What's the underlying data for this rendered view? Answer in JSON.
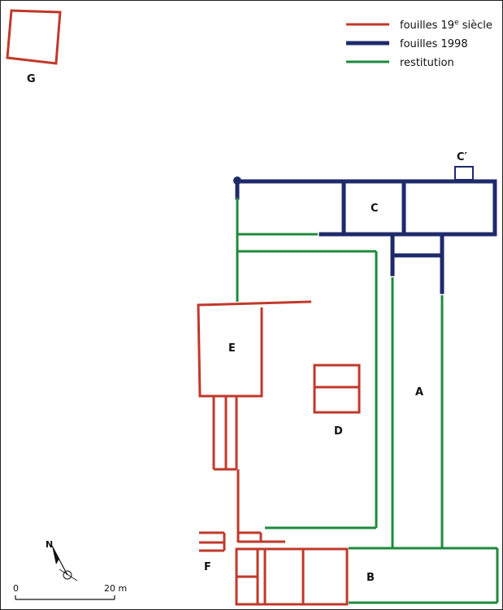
{
  "legend": {
    "items": [
      {
        "label": "fouilles 19",
        "sup": "e",
        "suffix": " siècle",
        "color": "#c0392b"
      },
      {
        "label": "fouilles 1998",
        "color": "#1f2a6b"
      },
      {
        "label": "restitution",
        "color": "#1e8a3c"
      }
    ]
  },
  "labels": {
    "A": "A",
    "B": "B",
    "C": "C",
    "C_prime": "C′",
    "D": "D",
    "E": "E",
    "F": "F",
    "G": "G"
  },
  "north": "N",
  "scale": {
    "start": "0",
    "end": "20 m"
  },
  "colors": {
    "red": "#c0392b",
    "blue": "#1f2a6b",
    "green": "#1e8a3c"
  }
}
